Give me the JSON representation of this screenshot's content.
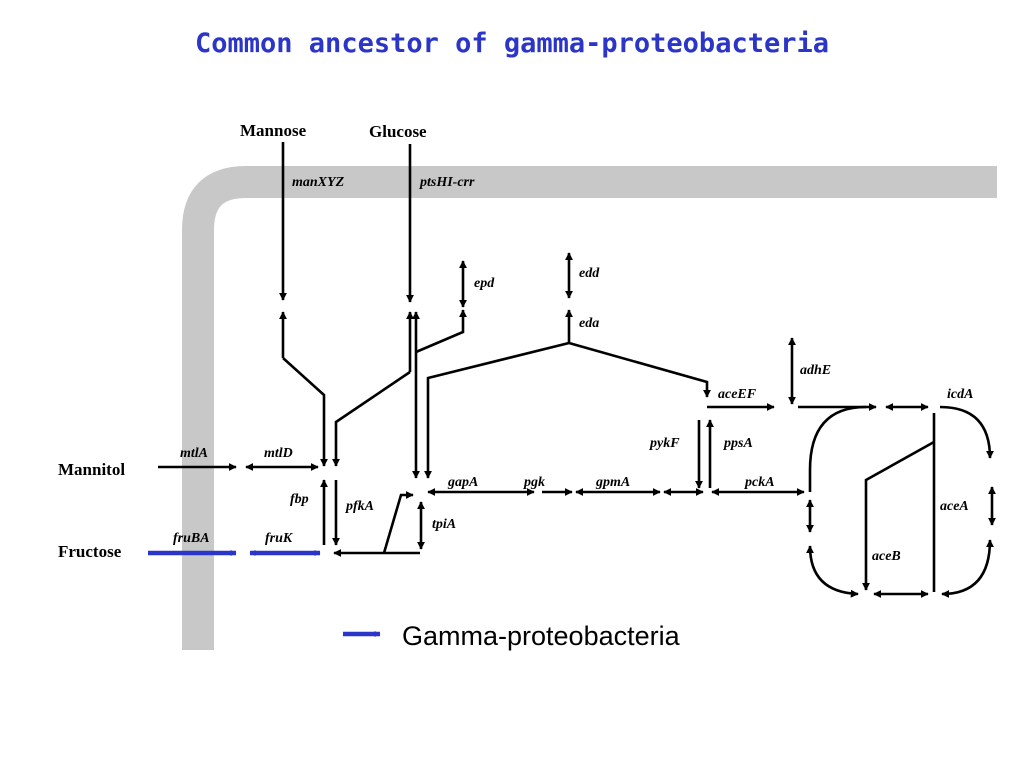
{
  "title": "Common ancestor of gamma-proteobacteria",
  "substrates": {
    "mannose": "Mannose",
    "glucose": "Glucose",
    "mannitol": "Mannitol",
    "fructose": "Fructose"
  },
  "genes": {
    "manXYZ": "manXYZ",
    "ptsHI_crr": "ptsHI-crr",
    "epd": "epd",
    "edd": "edd",
    "eda": "eda",
    "adhE": "adhE",
    "aceEF": "aceEF",
    "icdA": "icdA",
    "pykF": "pykF",
    "ppsA": "ppsA",
    "mtlA": "mtlA",
    "mtlD": "mtlD",
    "fbp": "fbp",
    "pfkA": "pfkA",
    "gapA": "gapA",
    "pgk": "pgk",
    "gpmA": "gpmA",
    "pckA": "pckA",
    "aceA": "aceA",
    "aceB": "aceB",
    "tpiA": "tpiA",
    "fruBA": "fruBA",
    "fruK": "fruK"
  },
  "legend": {
    "label": "Gamma-proteobacteria",
    "color": "#2b35c8"
  },
  "colors": {
    "title": "#2b35c8",
    "membrane": "#c8c8c8",
    "highlight": "#2b35c8"
  }
}
